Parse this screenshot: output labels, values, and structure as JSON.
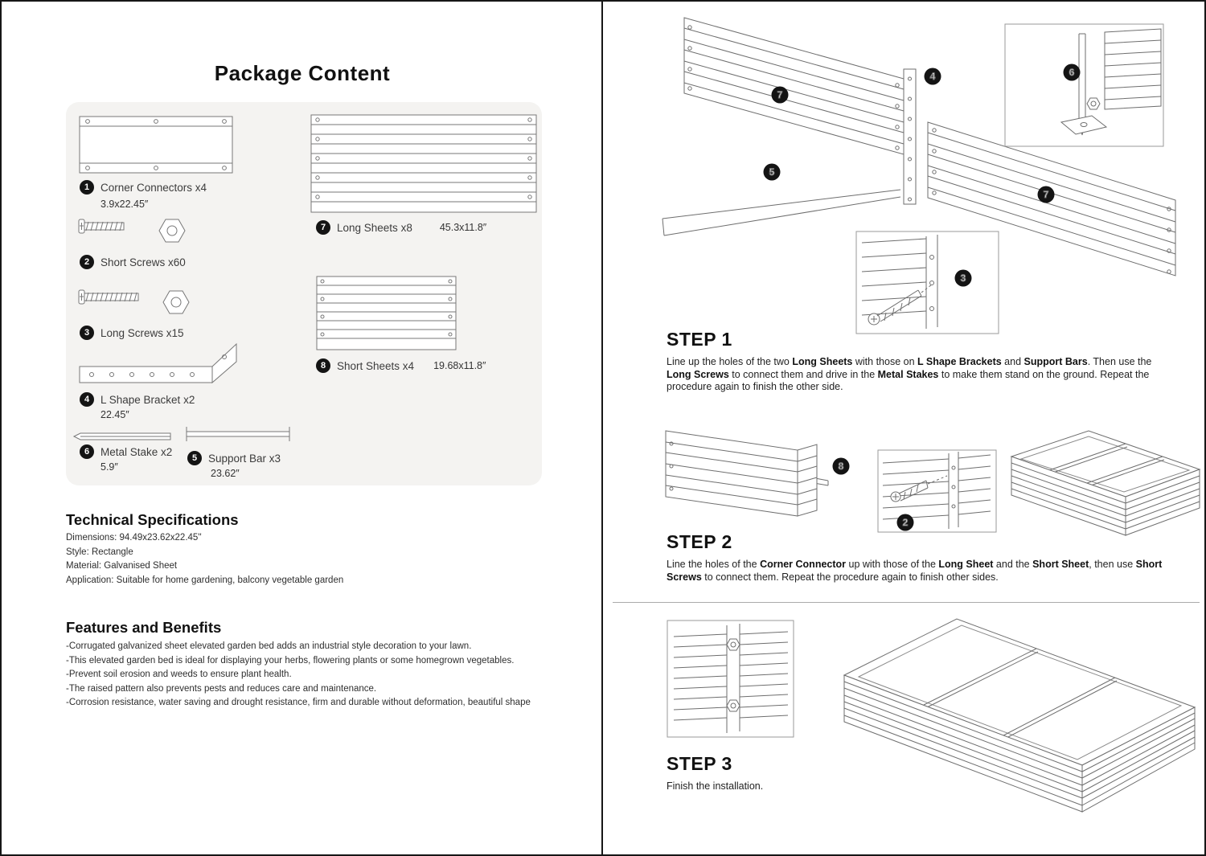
{
  "colors": {
    "page_bg": "#ffffff",
    "frame": "#161616",
    "parts_box_bg": "#f4f3f1",
    "marker_bg": "#141414",
    "line_art": "#6e6e6e",
    "text": "#2b2b2b"
  },
  "left": {
    "title": "Package Content",
    "parts": [
      {
        "num": "1",
        "label": "Corner Connectors x4",
        "size": "3.9x22.45″"
      },
      {
        "num": "2",
        "label": "Short Screws x60"
      },
      {
        "num": "3",
        "label": "Long Screws x15"
      },
      {
        "num": "4",
        "label": "L Shape Bracket x2",
        "size": "22.45″"
      },
      {
        "num": "6",
        "label": "Metal Stake x2",
        "size": "5.9″"
      },
      {
        "num": "5",
        "label": "Support Bar x3",
        "size": "23.62″"
      },
      {
        "num": "7",
        "label": "Long Sheets x8",
        "size": "45.3x11.8″"
      },
      {
        "num": "8",
        "label": "Short Sheets x4",
        "size": "19.68x11.8″"
      }
    ],
    "tech_specs": {
      "title": "Technical Specifications",
      "lines": [
        "Dimensions: 94.49x23.62x22.45''",
        "Style: Rectangle",
        "Material: Galvanised Sheet",
        "Application: Suitable for home gardening, balcony vegetable garden"
      ]
    },
    "features": {
      "title": "Features and Benefits",
      "lines": [
        "-Corrugated galvanized sheet elevated garden bed adds an industrial style decoration to your lawn.",
        "-This elevated garden bed is ideal for displaying your herbs, flowering plants or some homegrown vegetables.",
        "-Prevent soil erosion and weeds to ensure plant health.",
        "-The raised pattern also prevents pests and reduces care and maintenance.",
        "-Corrosion resistance, water saving and drought resistance, firm and durable without deformation, beautiful shape"
      ]
    }
  },
  "right": {
    "steps": [
      {
        "title": "STEP 1",
        "desc": [
          {
            "t": "Line up the holes of the two "
          },
          {
            "t": "Long Sheets",
            "b": true
          },
          {
            "t": " with those on "
          },
          {
            "t": "L Shape Brackets",
            "b": true
          },
          {
            "t": " and "
          },
          {
            "t": "Support Bars",
            "b": true
          },
          {
            "t": ". Then use the "
          },
          {
            "t": "Long Screws",
            "b": true
          },
          {
            "t": " to connect them and drive in the "
          },
          {
            "t": "Metal Stakes",
            "b": true
          },
          {
            "t": " to make them stand on the ground. Repeat the procedure again to finish the other side."
          }
        ],
        "markers": [
          "7",
          "4",
          "6",
          "5",
          "3",
          "7"
        ]
      },
      {
        "title": "STEP 2",
        "desc": [
          {
            "t": "Line the holes of the "
          },
          {
            "t": "Corner Connector",
            "b": true
          },
          {
            "t": " up with those of the "
          },
          {
            "t": "Long Sheet",
            "b": true
          },
          {
            "t": " and the "
          },
          {
            "t": "Short Sheet",
            "b": true
          },
          {
            "t": ", then use "
          },
          {
            "t": "Short Screws",
            "b": true
          },
          {
            "t": " to connect them. Repeat the procedure again to finish other sides."
          }
        ],
        "markers": [
          "8",
          "2"
        ]
      },
      {
        "title": "STEP 3",
        "desc": [
          {
            "t": "Finish the installation."
          }
        ],
        "markers": []
      }
    ]
  }
}
